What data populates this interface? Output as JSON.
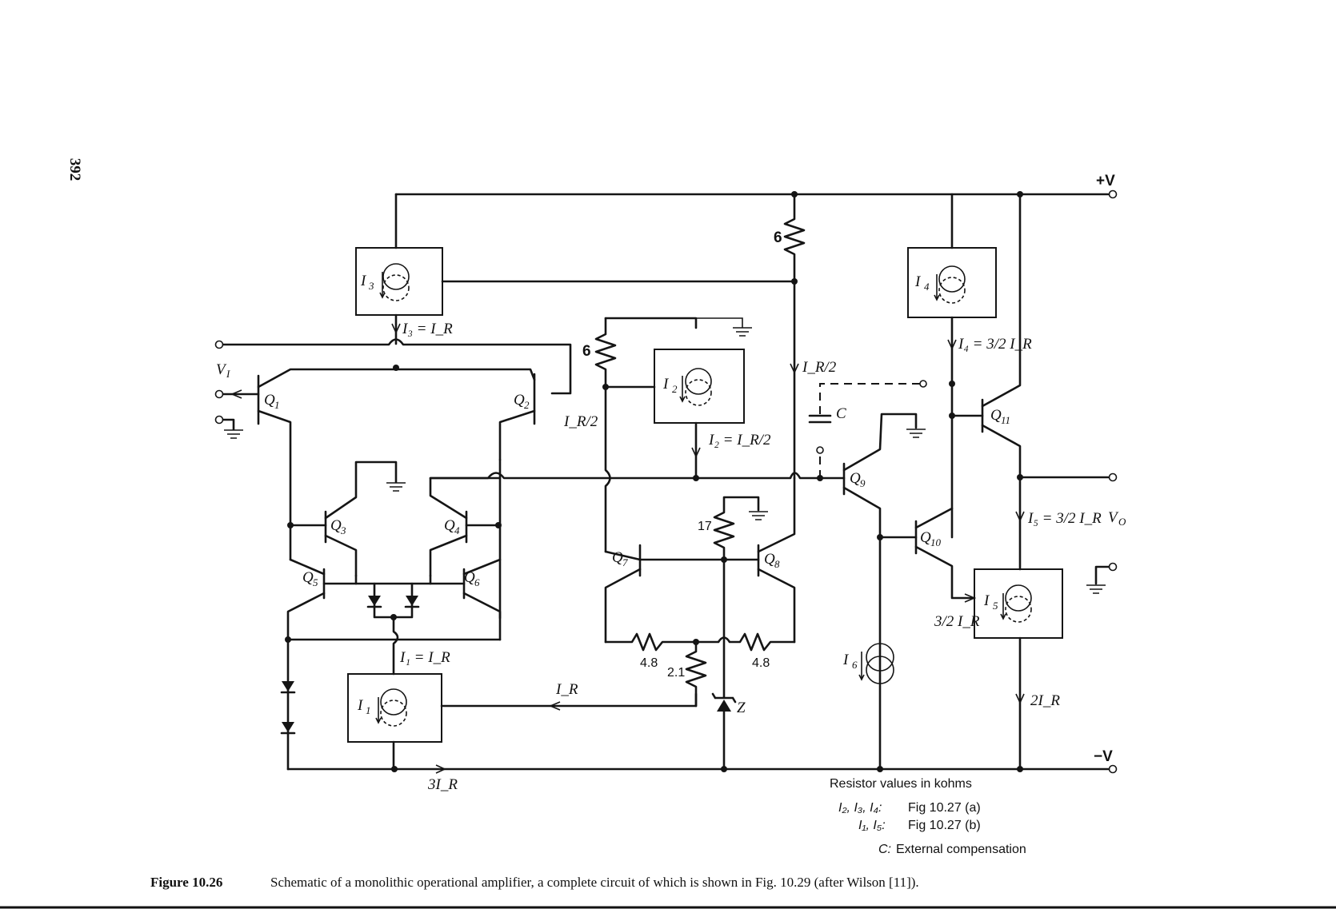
{
  "page_number": "392",
  "supply": {
    "pos": "+V",
    "neg": "−V"
  },
  "terminals": {
    "input": "V",
    "input_sub": "I",
    "output": "V",
    "output_sub": "O"
  },
  "transistors": [
    "Q",
    "1",
    "Q",
    "2",
    "Q",
    "3",
    "Q",
    "4",
    "Q",
    "5",
    "Q",
    "6",
    "Q",
    "7",
    "Q",
    "8",
    "Q",
    "9",
    "Q",
    "10",
    "Q",
    "11"
  ],
  "sources": {
    "i1": "I",
    "i1_sub": "1",
    "i2": "I",
    "i2_sub": "2",
    "i3": "I",
    "i3_sub": "3",
    "i4": "I",
    "i4_sub": "4",
    "i5": "I",
    "i5_sub": "5",
    "i6": "I",
    "i6_sub": "6"
  },
  "currents": {
    "i3_eq": "I₃ = I_R",
    "i1_eq": "I₁ = I_R",
    "i2_eq": "I₂ = I_R/2",
    "i4_eq": "I₄ = 3/2 I_R",
    "i5_eq": "I₅ = 3/2 I_R",
    "ir_half_left": "I_R/2",
    "ir_half_right": "I_R/2",
    "ir": "I_R",
    "three_ir": "3I_R",
    "two_ir": "2I_R",
    "three_half_ir": "3/2 I_R"
  },
  "resistors": {
    "r_top": "6",
    "r_left": "6",
    "r17": "17",
    "r48a": "4.8",
    "r48b": "4.8",
    "r21": "2.1"
  },
  "components": {
    "cap": "C",
    "zener": "Z"
  },
  "notes": {
    "line1": "Resistor values in kohms",
    "line2_k": "I₂, I₃, I₄:",
    "line2_v": "Fig 10.27 (a)",
    "line3_k": "I₁, I₅:",
    "line3_v": "Fig 10.27 (b)",
    "line4_k": "C:",
    "line4_v": "External compensation"
  },
  "caption": {
    "label": "Figure 10.26",
    "text": "Schematic of a monolithic operational amplifier, a complete circuit of which is shown in Fig. 10.29 (after Wilson [11])."
  }
}
